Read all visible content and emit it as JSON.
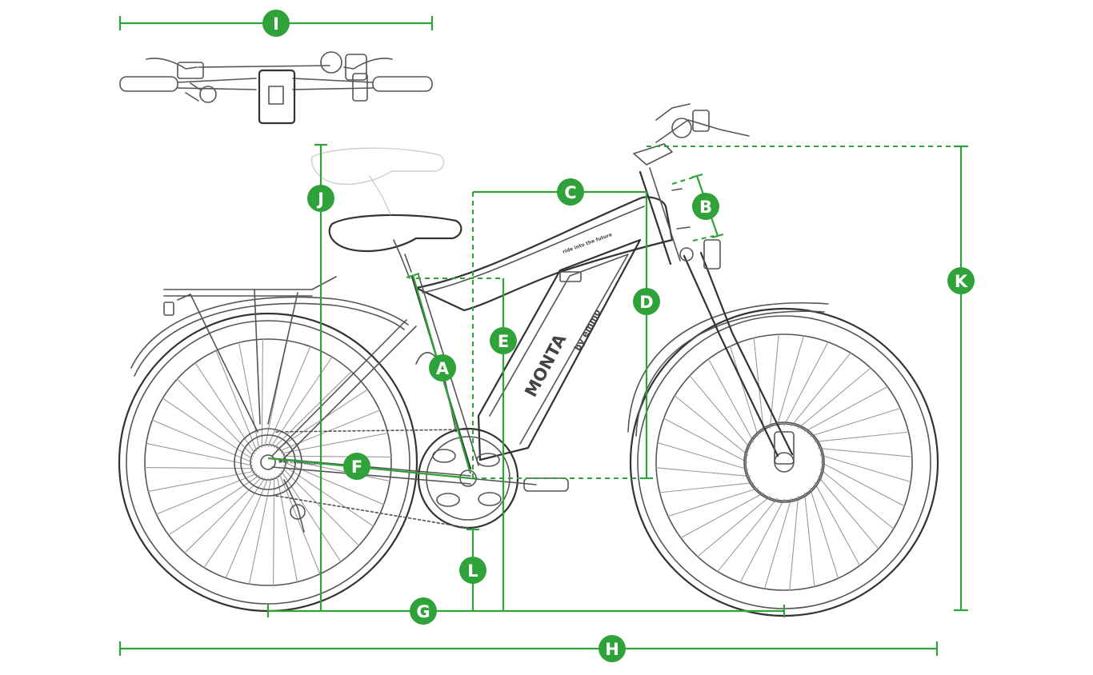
{
  "colors": {
    "accent": "#2fa23a",
    "line": "#555555",
    "badge_text": "#ffffff"
  },
  "frame": {
    "brand_name": "MONTA",
    "brand_sub": "by emmo",
    "tagline": "ride into the future",
    "chainstay_decal": "BIKE COMPONENTS"
  },
  "labels": {
    "A": "A",
    "B": "B",
    "C": "C",
    "D": "D",
    "E": "E",
    "F": "F",
    "G": "G",
    "H": "H",
    "I": "I",
    "J": "J",
    "K": "K",
    "L": "L"
  }
}
